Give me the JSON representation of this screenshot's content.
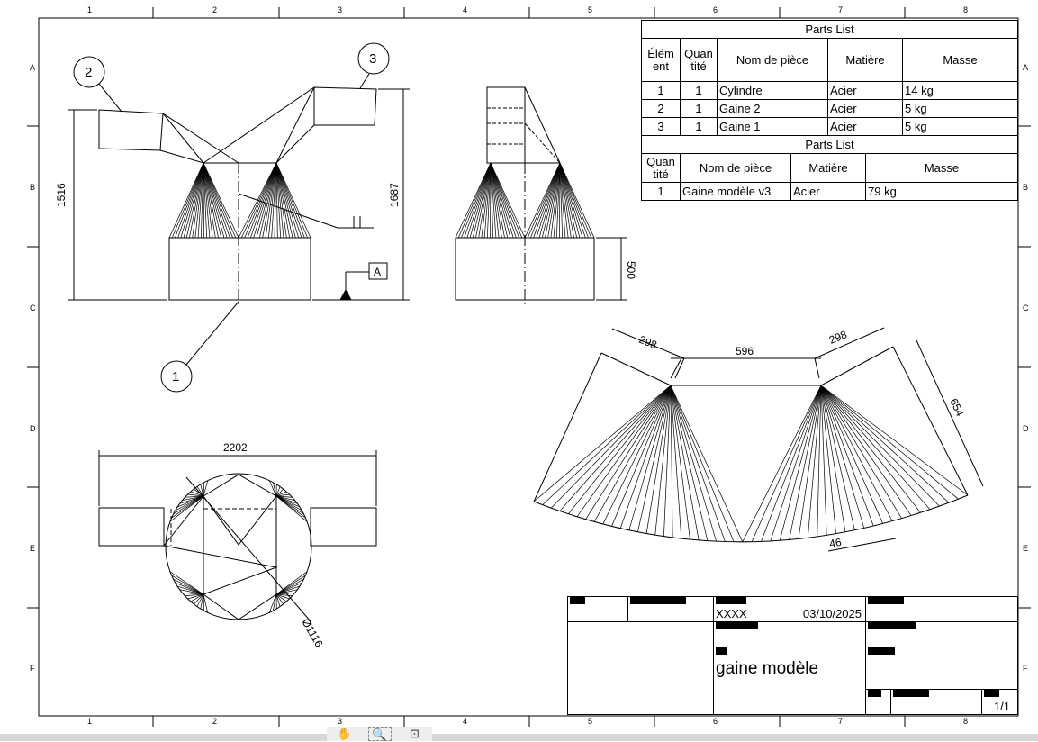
{
  "zones": {
    "columns": [
      "1",
      "2",
      "3",
      "4",
      "5",
      "6",
      "7",
      "8"
    ],
    "rows": [
      "A",
      "B",
      "C",
      "D",
      "E",
      "F"
    ]
  },
  "parts_list_1": {
    "title": "Parts List",
    "headers": [
      "Élém ent",
      "Quan tité",
      "Nom de pièce",
      "Matière",
      "Masse"
    ],
    "rows": [
      [
        "1",
        "1",
        "Cylindre",
        "Acier",
        "14 kg"
      ],
      [
        "2",
        "1",
        "Gaine 2",
        "Acier",
        "5 kg"
      ],
      [
        "3",
        "1",
        "Gaine 1",
        "Acier",
        "5 kg"
      ]
    ]
  },
  "parts_list_2": {
    "title": "Parts List",
    "headers": [
      "Quan tité",
      "Nom de pièce",
      "Matière",
      "Masse"
    ],
    "rows": [
      [
        "1",
        "Gaine modèle v3",
        "Acier",
        "79 kg"
      ]
    ]
  },
  "balloons": [
    "1",
    "2",
    "3"
  ],
  "dimensions": {
    "front_height_left": "1516",
    "front_height_right": "1687",
    "side_cyl_height": "500",
    "top_width": "2202",
    "diameter": "Ø1116",
    "flat_left": "298",
    "flat_mid": "596",
    "flat_right": "298",
    "flat_side": "654",
    "flat_arc": "46"
  },
  "datum": "A",
  "title_block": {
    "author": "XXXX",
    "date": "03/10/2025",
    "title": "gaine modèle",
    "sheet": "1/1"
  },
  "toolbar": {
    "pan": "hand-icon",
    "zoom": "zoom-window-icon",
    "zoom_all": "zoom-fit-icon"
  }
}
